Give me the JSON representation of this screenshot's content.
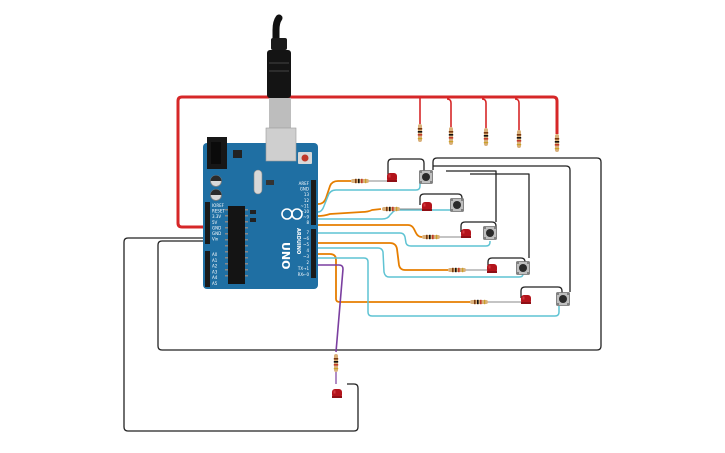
{
  "board": {
    "brand": "ARDUINO",
    "model": "UNO",
    "digital_header_title": "DIGITAL (PWM ~)",
    "analog_header_title": "ANALOG IN",
    "power_header_title": "POWER",
    "power_pins": [
      "IOREF",
      "RESET",
      "3.3V",
      "5V",
      "GND",
      "GND",
      "Vin"
    ],
    "analog_pins": [
      "A0",
      "A1",
      "A2",
      "A3",
      "A4",
      "A5"
    ],
    "digital_top_pins": [
      "AREF",
      "GND",
      "13",
      "12",
      "~11",
      "~10",
      "~9",
      "8"
    ],
    "digital_bottom_pins": [
      "7",
      "~6",
      "~5",
      "4",
      "~3",
      "2",
      "TX→1",
      "RX←0"
    ],
    "led_labels": [
      "L",
      "TX",
      "RX",
      "ON"
    ]
  },
  "colors": {
    "board": "#1f6fa3",
    "board_dark": "#1a5c88",
    "wire_red": "#d62728",
    "wire_black": "#222222",
    "wire_orange": "#e67e00",
    "wire_cyan": "#5fc3d3",
    "wire_purple": "#7b3fa0",
    "led_red": "#b3141b",
    "resistor_body": "#d9b07a"
  },
  "components": {
    "pushbuttons": 5,
    "leds": 6,
    "resistors": 11
  }
}
